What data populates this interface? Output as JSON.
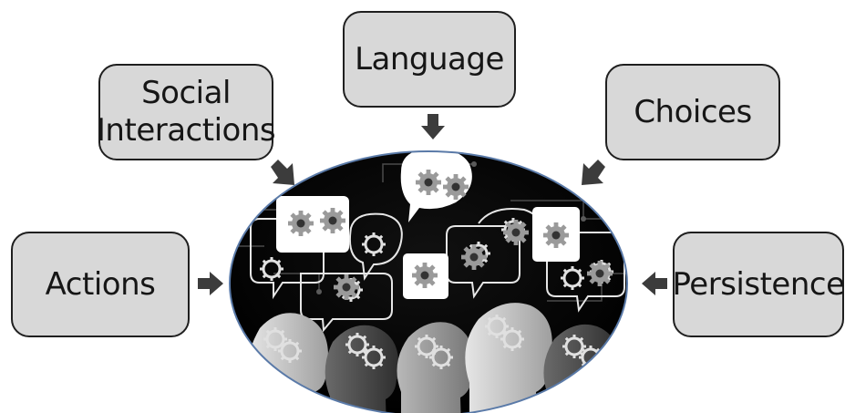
{
  "concepts": {
    "language": "Language",
    "social_line1": "Social",
    "social_line2": "Interactions",
    "choices": "Choices",
    "actions": "Actions",
    "persistence": "Persistence"
  },
  "colors": {
    "box_fill": "#d8d8d8",
    "box_border": "#1f1f1f",
    "arrow": "#3c3c3c",
    "ellipse_fill": "#000000",
    "ellipse_border": "#5a7aa8"
  },
  "icons": {
    "center": "heads-gears-speech-illustration",
    "arrows": "block-arrow"
  }
}
